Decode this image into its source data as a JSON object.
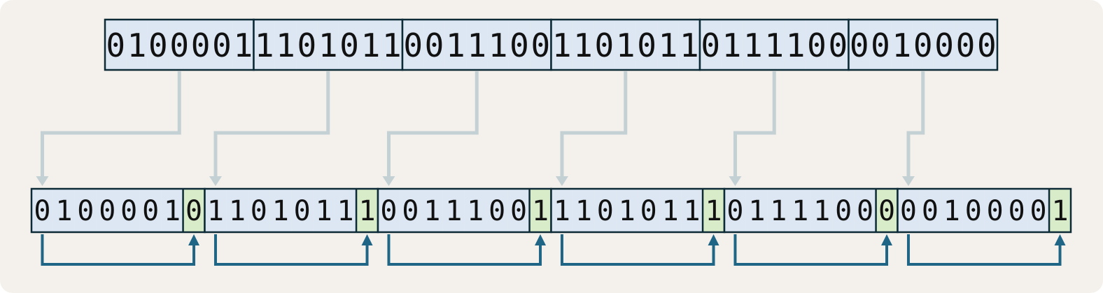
{
  "diagram": {
    "title": "Parity bit insertion diagram",
    "colors": {
      "background": "#f4f1ec",
      "data_cell_fill": "#dce7f3",
      "parity_cell_fill": "#d9ecc9",
      "cell_border": "#0d2b36",
      "group_connector": "#c3d0d4",
      "parity_arrow": "#1f6586",
      "bit_text": "#111111"
    },
    "top_row": {
      "label": "input-bit-stream",
      "bits_per_group": 7,
      "group_count": 6,
      "groups": [
        {
          "index": 0,
          "bits": "0100001",
          "bit_list": [
            "0",
            "1",
            "0",
            "0",
            "0",
            "0",
            "1"
          ]
        },
        {
          "index": 1,
          "bits": "1101011",
          "bit_list": [
            "1",
            "1",
            "0",
            "1",
            "0",
            "1",
            "1"
          ]
        },
        {
          "index": 2,
          "bits": "0011100",
          "bit_list": [
            "0",
            "0",
            "1",
            "1",
            "1",
            "0",
            "0"
          ]
        },
        {
          "index": 3,
          "bits": "1101011",
          "bit_list": [
            "1",
            "1",
            "0",
            "1",
            "0",
            "1",
            "1"
          ]
        },
        {
          "index": 4,
          "bits": "0111100",
          "bit_list": [
            "0",
            "1",
            "1",
            "1",
            "1",
            "0",
            "0"
          ]
        },
        {
          "index": 5,
          "bits": "0010000",
          "bit_list": [
            "0",
            "0",
            "1",
            "0",
            "0",
            "0",
            "0"
          ]
        }
      ],
      "full_string": "010000111010110011100110101101111000010000"
    },
    "bottom_row": {
      "label": "output-bit-stream-with-parity",
      "bits_per_group": 8,
      "group_count": 6,
      "groups": [
        {
          "index": 0,
          "data_bits": "0100001",
          "data_bit_list": [
            "0",
            "1",
            "0",
            "0",
            "0",
            "0",
            "1"
          ],
          "parity_bit": "0"
        },
        {
          "index": 1,
          "data_bits": "1101011",
          "data_bit_list": [
            "1",
            "1",
            "0",
            "1",
            "0",
            "1",
            "1"
          ],
          "parity_bit": "1"
        },
        {
          "index": 2,
          "data_bits": "0011100",
          "data_bit_list": [
            "0",
            "0",
            "1",
            "1",
            "1",
            "0",
            "0"
          ],
          "parity_bit": "1"
        },
        {
          "index": 3,
          "data_bits": "1101011",
          "data_bit_list": [
            "1",
            "1",
            "0",
            "1",
            "0",
            "1",
            "1"
          ],
          "parity_bit": "1"
        },
        {
          "index": 4,
          "data_bits": "0111100",
          "data_bit_list": [
            "0",
            "1",
            "1",
            "1",
            "1",
            "0",
            "0"
          ],
          "parity_bit": "0"
        },
        {
          "index": 5,
          "data_bits": "0010000",
          "data_bit_list": [
            "0",
            "0",
            "1",
            "0",
            "0",
            "0",
            "0"
          ],
          "parity_bit": "1"
        }
      ],
      "full_string": "010000101101011100111001110101110111100000100001"
    },
    "connectors": {
      "group_to_group": {
        "icon": "elbow-arrow-down-icon",
        "count": 6,
        "direction_per_group": [
          "left",
          "left",
          "left",
          "left",
          "left",
          "right"
        ]
      },
      "parity_computation": {
        "icon": "bracket-arrow-up-icon",
        "count": 6,
        "description": "bracket spanning seven data bits with arrow into parity cell"
      }
    }
  }
}
